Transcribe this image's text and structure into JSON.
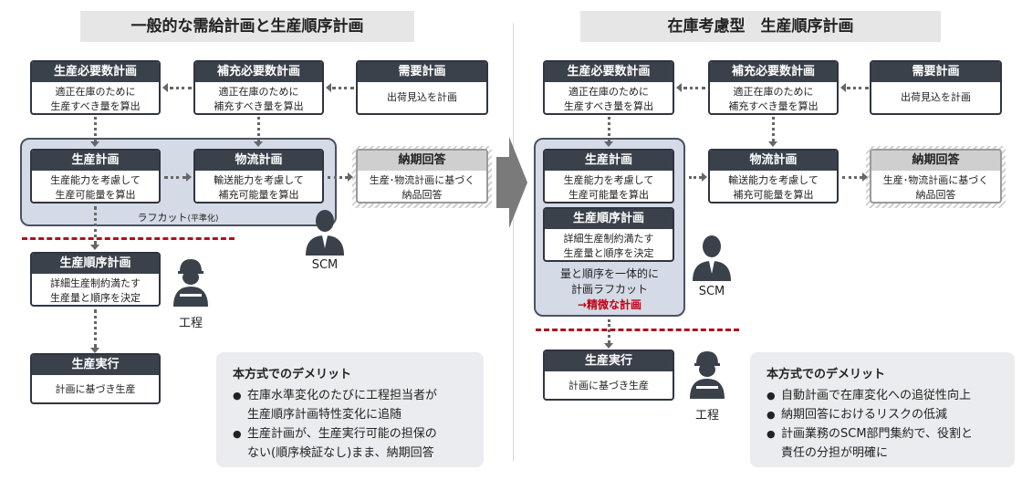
{
  "left": {
    "title": "一般的な需給計画と生産順序計画",
    "prod_req": {
      "title": "生産必要数計画",
      "line1": "適正在庫のために",
      "line2": "生産すべき量を算出"
    },
    "repl_req": {
      "title": "補充必要数計画",
      "line1": "適正在庫のために",
      "line2": "補充すべき量を算出"
    },
    "demand": {
      "title": "需要計画",
      "line1": "出荷見込を計画"
    },
    "prod_plan": {
      "title": "生産計画",
      "line1": "生産能力を考慮して",
      "line2": "生産可能量を算出"
    },
    "logi_plan": {
      "title": "物流計画",
      "line1": "輸送能力を考慮して",
      "line2": "補充可能量を算出"
    },
    "delivery": {
      "title": "納期回答",
      "line1": "生産･物流計画に基づく",
      "line2": "納品回答"
    },
    "group_label": "ラフカット",
    "group_label_small": "(平準化)",
    "scm_label": "SCM",
    "seq_plan": {
      "title": "生産順序計画",
      "line1": "詳細生産制約満たす",
      "line2": "生産量と順序を決定"
    },
    "koutei_label": "工程",
    "exec": {
      "title": "生産実行",
      "line1": "計画に基づき生産"
    },
    "note": {
      "heading": "本方式でのデメリット",
      "items": [
        {
          "line1": "在庫水準変化のたびに工程担当者が",
          "line2": "生産順序計画特性変化に追随"
        },
        {
          "line1": "生産計画が、生産実行可能の担保の",
          "line2": "ない(順序検証なし)まま、納期回答"
        }
      ]
    }
  },
  "right": {
    "title": "在庫考慮型　生産順序計画",
    "prod_req": {
      "title": "生産必要数計画",
      "line1": "適正在庫のために",
      "line2": "生産すべき量を算出"
    },
    "repl_req": {
      "title": "補充必要数計画",
      "line1": "適正在庫のために",
      "line2": "補充すべき量を算出"
    },
    "demand": {
      "title": "需要計画",
      "line1": "出荷見込を計画"
    },
    "prod_plan": {
      "title": "生産計画",
      "line1": "生産能力を考慮して",
      "line2": "生産可能量を算出"
    },
    "logi_plan": {
      "title": "物流計画",
      "line1": "輸送能力を考慮して",
      "line2": "補充可能量を算出"
    },
    "delivery": {
      "title": "納期回答",
      "line1": "生産･物流計画に基づく",
      "line2": "納品回答"
    },
    "seq_plan": {
      "title": "生産順序計画",
      "line1": "詳細生産制約満たす",
      "line2": "生産量と順序を決定"
    },
    "group_line1": "量と順序を一体的に",
    "group_line2": "計画ラフカット",
    "group_line3": "→精微な計画",
    "scm_label": "SCM",
    "koutei_label": "工程",
    "exec": {
      "title": "生産実行",
      "line1": "計画に基づき生産"
    },
    "note": {
      "heading": "本方式でのデメリット",
      "items": [
        {
          "line1": "自動計画で在庫変化への追従性向上",
          "line2": ""
        },
        {
          "line1": "納期回答におけるリスクの低減",
          "line2": ""
        },
        {
          "line1": "計画業務のSCM部門集約で、役割と",
          "line2": "責任の分担が明確に"
        }
      ]
    }
  },
  "colors": {
    "header": "#3a414b",
    "group": "#d5dbe6",
    "dash": "#b0101e",
    "accent_red": "#c00015"
  },
  "icons": [
    "person-scm-icon",
    "person-worker-icon",
    "big-right-arrow-icon"
  ]
}
